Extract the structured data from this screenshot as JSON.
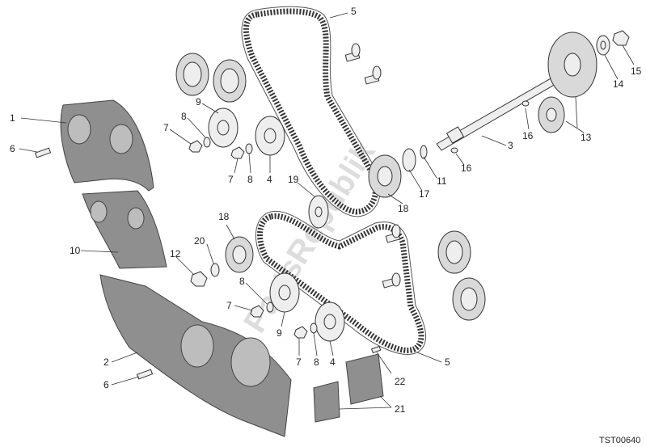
{
  "diagram": {
    "callouts": [
      {
        "id": "c1",
        "text": "1"
      },
      {
        "id": "c2",
        "text": "2"
      },
      {
        "id": "c3",
        "text": "3"
      },
      {
        "id": "c4a",
        "text": "4"
      },
      {
        "id": "c4b",
        "text": "4"
      },
      {
        "id": "c5a",
        "text": "5"
      },
      {
        "id": "c5b",
        "text": "5"
      },
      {
        "id": "c6a",
        "text": "6"
      },
      {
        "id": "c6b",
        "text": "6"
      },
      {
        "id": "c7a",
        "text": "7"
      },
      {
        "id": "c7b",
        "text": "7"
      },
      {
        "id": "c7c",
        "text": "7"
      },
      {
        "id": "c7d",
        "text": "7"
      },
      {
        "id": "c8a",
        "text": "8"
      },
      {
        "id": "c8b",
        "text": "8"
      },
      {
        "id": "c8c",
        "text": "8"
      },
      {
        "id": "c8d",
        "text": "8"
      },
      {
        "id": "c9a",
        "text": "9"
      },
      {
        "id": "c9b",
        "text": "9"
      },
      {
        "id": "c10",
        "text": "10"
      },
      {
        "id": "c11",
        "text": "11"
      },
      {
        "id": "c12",
        "text": "12"
      },
      {
        "id": "c13",
        "text": "13"
      },
      {
        "id": "c14",
        "text": "14"
      },
      {
        "id": "c15",
        "text": "15"
      },
      {
        "id": "c16a",
        "text": "16"
      },
      {
        "id": "c16b",
        "text": "16"
      },
      {
        "id": "c17",
        "text": "17"
      },
      {
        "id": "c18a",
        "text": "18"
      },
      {
        "id": "c18b",
        "text": "18"
      },
      {
        "id": "c19",
        "text": "19"
      },
      {
        "id": "c20",
        "text": "20"
      },
      {
        "id": "c21",
        "text": "21"
      },
      {
        "id": "c22",
        "text": "22"
      }
    ],
    "diagram_code": "TST00640",
    "watermark": "PartsRepublik",
    "colors": {
      "line": "#333333",
      "cover_fill": "#8f8f8f",
      "gear_fill": "#d9d9d9",
      "pulley_fill": "#eeeeee",
      "background": "#ffffff"
    }
  }
}
